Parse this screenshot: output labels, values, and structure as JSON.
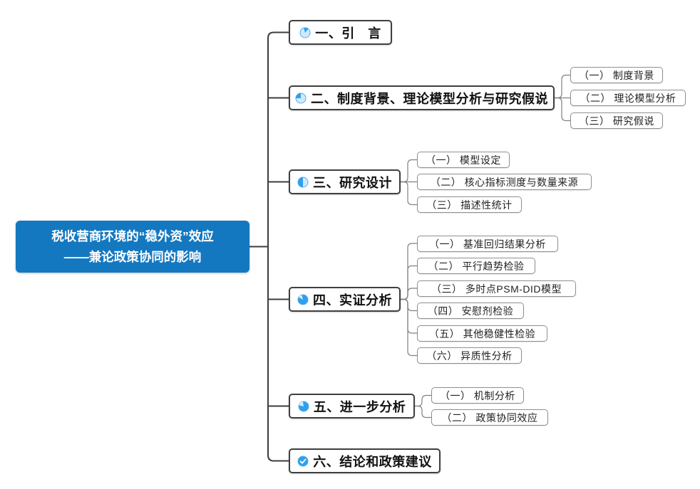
{
  "root": {
    "title_line1": "税收营商环境的“稳外资”效应",
    "title_line2": "——兼论政策协同的影响",
    "bg_color": "#1478c0",
    "text_color": "#ffffff"
  },
  "colors": {
    "trunk_line": "#3d3d3d",
    "child_line": "#808080",
    "branch_border": "#3f3f3f",
    "child_border": "#8f8f8f",
    "icon_blue": "#31a0ea",
    "icon_light": "#cfe9fc"
  },
  "branches": [
    {
      "label": "一、引　言",
      "icon": "progress-1-8-icon",
      "children": []
    },
    {
      "label": "二、制度背景、理论模型分析与研究假说",
      "icon": "progress-2-8-icon",
      "children": [
        {
          "label": "（一） 制度背景"
        },
        {
          "label": "（二） 理论模型分析"
        },
        {
          "label": "（三） 研究假说"
        }
      ]
    },
    {
      "label": "三、研究设计",
      "icon": "progress-4-8-icon",
      "children": [
        {
          "label": "（一） 模型设定"
        },
        {
          "label": "（二） 核心指标测度与数量来源"
        },
        {
          "label": "（三） 描述性统计"
        }
      ]
    },
    {
      "label": "四、实证分析",
      "icon": "progress-7-8-icon",
      "children": [
        {
          "label": "（一） 基准回归结果分析"
        },
        {
          "label": "（二） 平行趋势检验"
        },
        {
          "label": "（三） 多时点PSM-DID模型"
        },
        {
          "label": "（四） 安慰剂检验"
        },
        {
          "label": "（五） 其他稳健性检验"
        },
        {
          "label": "（六） 异质性分析"
        }
      ]
    },
    {
      "label": "五、进一步分析",
      "icon": "progress-6-8-icon",
      "children": [
        {
          "label": "（一） 机制分析"
        },
        {
          "label": "（二） 政策协同效应"
        }
      ]
    },
    {
      "label": "六、结论和政策建议",
      "icon": "progress-done-icon",
      "children": []
    }
  ]
}
